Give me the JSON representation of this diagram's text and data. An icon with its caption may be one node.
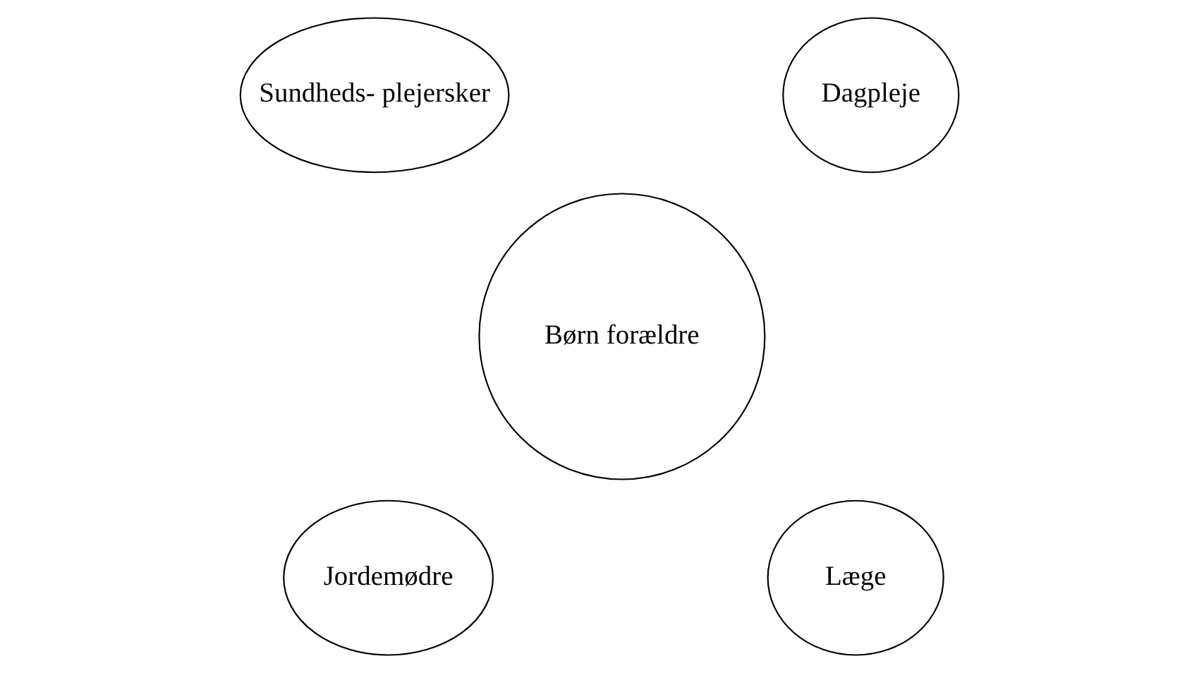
{
  "diagram": {
    "nodes": [
      {
        "text": [
          "Sundheds- plejersker"
        ]
      },
      {
        "text": [
          "Dagpleje"
        ]
      },
      {
        "text": [
          "Børn forældre"
        ]
      },
      {
        "text": [
          "Jordemødre"
        ]
      },
      {
        "text": [
          "Læge"
        ]
      }
    ]
  }
}
